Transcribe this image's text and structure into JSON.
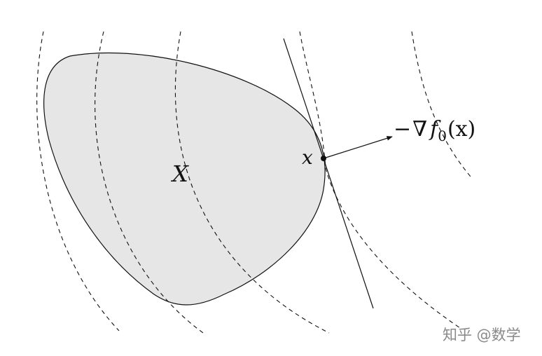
{
  "labels": {
    "set": "X",
    "point": "x",
    "gradient_minus": "−",
    "gradient_nabla": "∇",
    "gradient_f": "f",
    "gradient_sub": "0",
    "gradient_arg": "(x)"
  },
  "watermark": {
    "text": "知乎 @数学"
  },
  "colors": {
    "set_fill": "#e6e6e6",
    "stroke": "#111111",
    "watermark": "#8a8a8a"
  }
}
